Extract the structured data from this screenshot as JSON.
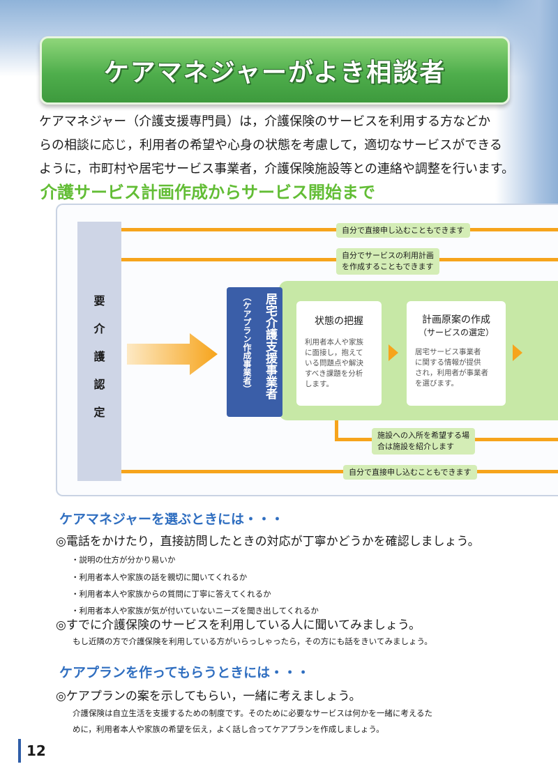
{
  "title": "ケアマネジャーがよき相談者",
  "intro": {
    "line1": "ケアマネジャー（介護支援専門員）は，介護保険のサービスを利用する方などか",
    "line2": "らの相談に応じ，利用者の希望や心身の状態を考慮して，適切なサービスができる",
    "line3": "ように，市町村や居宅サービス事業者，介護保険施設等との連絡や調整を行います。"
  },
  "flow_heading": "介護サービス計画作成からサービス開始まで",
  "flow": {
    "yoka_chars": [
      "要",
      "介",
      "護",
      "認",
      "定"
    ],
    "label_direct_top": "自分で直接申し込むこともできます",
    "label_plan_line1": "自分でサービスの利用計画",
    "label_plan_line2": "を作成することもできます",
    "kyotaku_main": "居宅介護支援事業者",
    "kyotaku_sub": "（ケアプラン作成事業者）",
    "card1": {
      "title": "状態の把握",
      "body": [
        "利用者本人や家族",
        "に面接し，抱えて",
        "いる問題点や解決",
        "すべき課題を分析",
        "します。"
      ]
    },
    "card2": {
      "title": "計画原案の作成",
      "subtitle": "（サービスの選定）",
      "body": [
        "居宅サービス事業者",
        "に関する情報が提供",
        "され，利用者が事業者",
        "を選びます。"
      ]
    },
    "label_facility_line1": "施設への入所を希望する場",
    "label_facility_line2": "合は施設を紹介します",
    "label_direct_bottom": "自分で直接申し込むこともできます"
  },
  "section_choose": {
    "heading": "ケアマネジャーを選ぶときには・・・",
    "point1": "◎電話をかけたり，直接訪問したときの対応が丁寧かどうかを確認しましょう。",
    "bullets": [
      "・説明の仕方が分かり易いか",
      "・利用者本人や家族の話を親切に聞いてくれるか",
      "・利用者本人や家族からの質問に丁寧に答えてくれるか",
      "・利用者本人や家族が気が付いていないニーズを聞き出してくれるか"
    ],
    "point2": "◎すでに介護保険のサービスを利用している人に聞いてみましょう。",
    "point2_note": "もし近隣の方で介護保険を利用している方がいらっしゃったら，その方にも話をきいてみましょう。"
  },
  "section_plan": {
    "heading": "ケアプランを作ってもらうときには・・・",
    "point": "◎ケアプランの案を示してもらい，一緒に考えましょう。",
    "note_line1": "介護保険は自立生活を支援するための制度です。そのために必要なサービスは何かを一緒に考えるた",
    "note_line2": "めに，利用者本人や家族の希望を伝え，よく話し合ってケアプランを作成しましょう。"
  },
  "page_number": "12",
  "colors": {
    "title_green": "#4fae4c",
    "heading_green": "#62bd35",
    "heading_blue": "#2f6ec0",
    "flow_orange": "#f6a41c",
    "kyotaku_blue": "#3a5ea8",
    "panel_green": "#c7e8a6"
  }
}
